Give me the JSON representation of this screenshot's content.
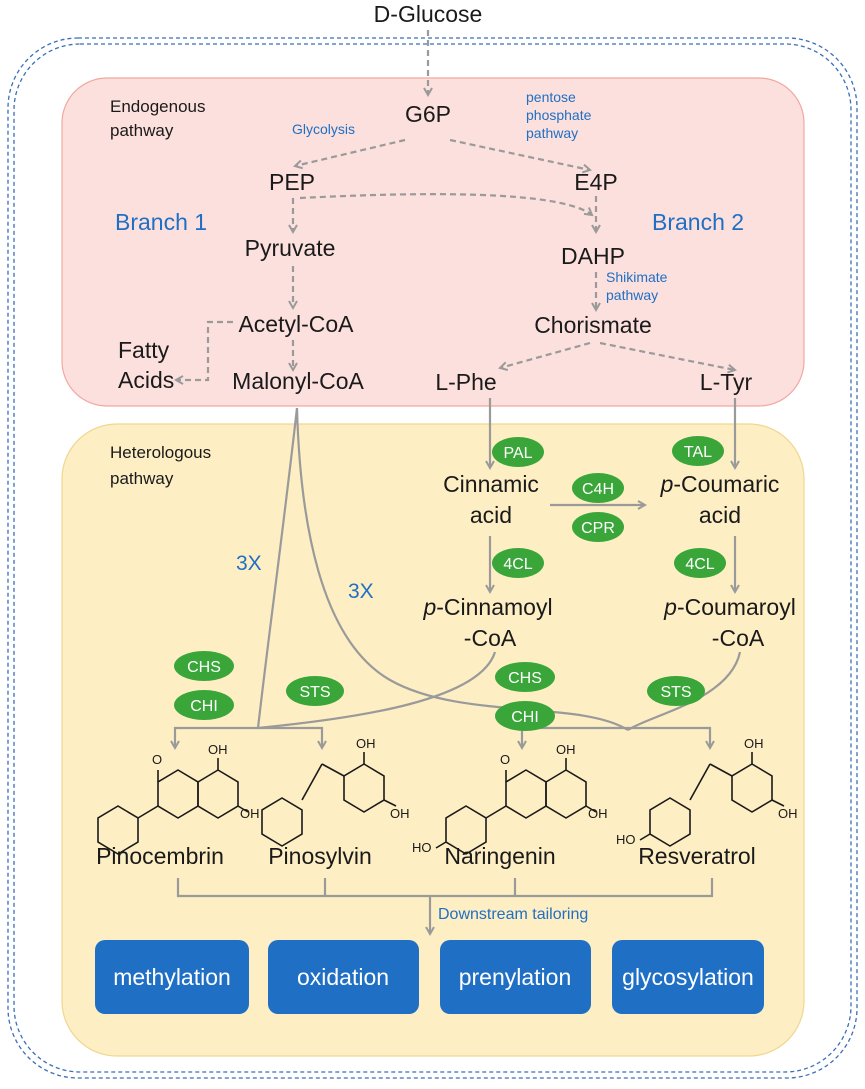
{
  "input": "D-Glucose",
  "regions": {
    "endogenous": "Endogenous\npathway",
    "heterologous": "Heterologous\npathway"
  },
  "nodes": {
    "g6p": "G6P",
    "pep": "PEP",
    "e4p": "E4P",
    "pyruvate": "Pyruvate",
    "dahp": "DAHP",
    "acetyl_coa": "Acetyl-CoA",
    "chorismate": "Chorismate",
    "fatty_acids": "Fatty\nAcids",
    "malonyl_coa": "Malonyl-CoA",
    "l_phe": "L-Phe",
    "l_tyr": "L-Tyr",
    "cinnamic_acid": "Cinnamic\nacid",
    "p_coumaric_prefix": "p",
    "p_coumaric_rest": "-Coumaric",
    "p_coumaric_line2": "acid",
    "p_cinnamoyl_prefix": "p",
    "p_cinnamoyl_rest": "-Cinnamoyl",
    "p_cinnamoyl_line2": "-CoA",
    "p_coumaroyl_prefix": "p",
    "p_coumaroyl_rest": "-Coumaroyl",
    "p_coumaroyl_line2": "-CoA"
  },
  "pathway_labels": {
    "glycolysis": "Glycolysis",
    "pentose_phosphate": "pentose\nphosphate\npathway",
    "shikimate": "Shikimate\npathway",
    "branch1": "Branch 1",
    "branch2": "Branch 2",
    "three_x_left": "3X",
    "three_x_right": "3X",
    "downstream": "Downstream tailoring"
  },
  "enzymes": {
    "pal": "PAL",
    "tal": "TAL",
    "c4h": "C4H",
    "cpr": "CPR",
    "fourcl_left": "4CL",
    "fourcl_right": "4CL",
    "chs_left": "CHS",
    "chi_left": "CHI",
    "sts_left": "STS",
    "chs_right": "CHS",
    "chi_right": "CHI",
    "sts_right": "STS"
  },
  "products": {
    "pinocembrin": "Pinocembrin",
    "pinosylvin": "Pinosylvin",
    "naringenin": "Naringenin",
    "resveratrol": "Resveratrol"
  },
  "structure_labels": {
    "oh": "OH",
    "ho": "HO",
    "o": "O"
  },
  "tailoring": [
    "methylation",
    "oxidation",
    "prenylation",
    "glycosylation"
  ],
  "colors": {
    "endogenous_fill": "#fce0dd",
    "heterologous_fill": "#fdeec4",
    "enzyme_green": "#3aa63a",
    "label_blue": "#1f6fc5",
    "button_blue": "#1f6fc5",
    "arrow_gray": "#9a9a9a"
  }
}
